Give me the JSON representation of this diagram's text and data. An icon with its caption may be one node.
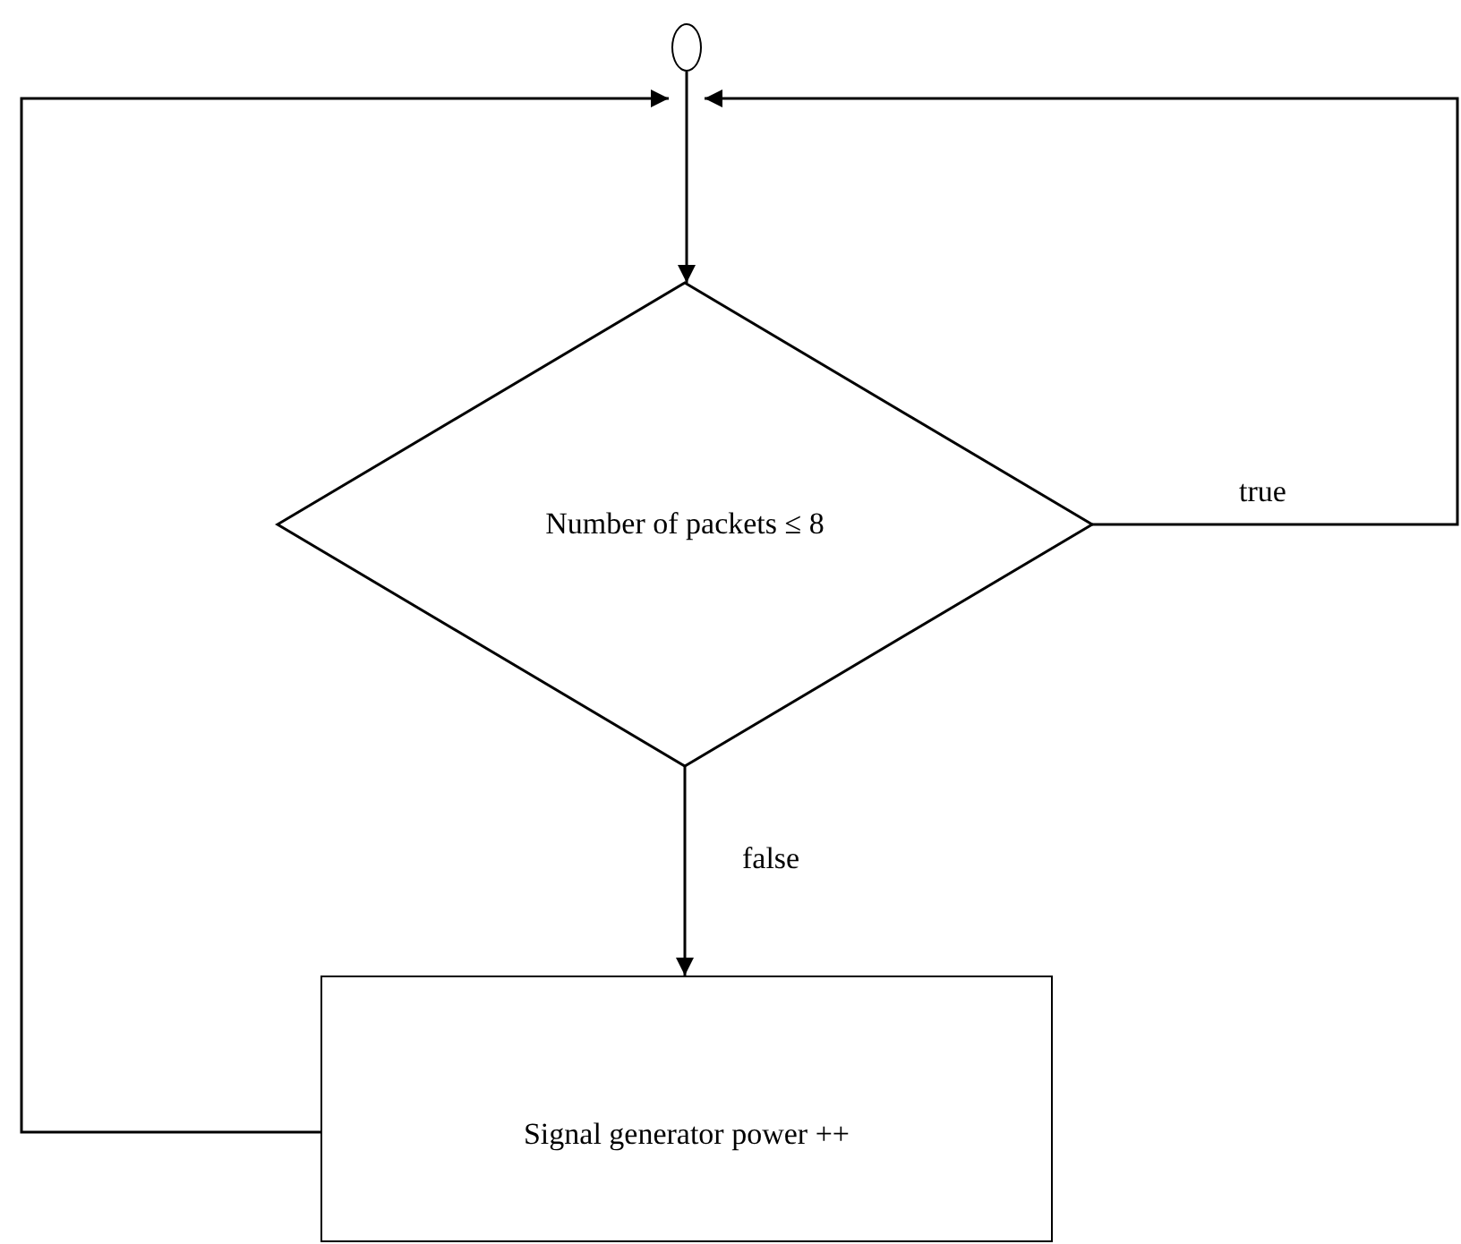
{
  "diagram": {
    "nodes": [
      {
        "text": [],
        "shape": "circle"
      },
      {
        "text": [
          "Number of packets  ≤ 8"
        ]
      },
      {
        "text": [
          "Signal generator power ++"
        ]
      }
    ],
    "edges": [
      {
        "from": 0,
        "to": 1,
        "arrow": "to"
      },
      {
        "from": 1,
        "to": 2,
        "arrow": "to",
        "label": "false"
      },
      {
        "from": 1,
        "to": 0,
        "arrow": "to",
        "label": "true"
      },
      {
        "from": 2,
        "to": 0,
        "arrow": "to"
      }
    ]
  }
}
